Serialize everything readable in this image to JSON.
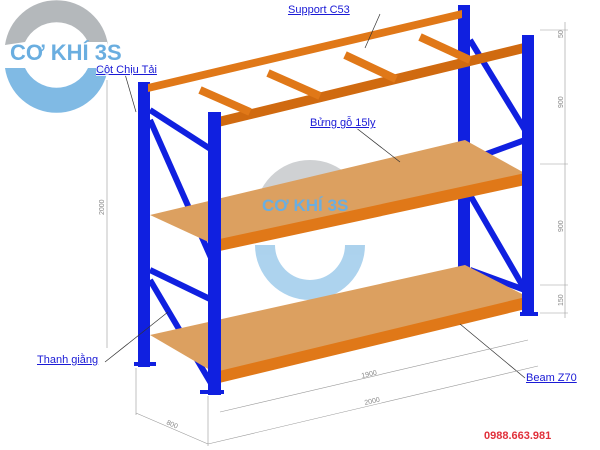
{
  "logo": {
    "text": "CƠ KHÍ 3S"
  },
  "labels": {
    "post": "Cột Chịu Tải",
    "support": "Support C53",
    "panel": "Bửng gỗ 15ly",
    "brace": "Thanh giằng",
    "beam": "Beam Z70"
  },
  "dimensions": {
    "top_gap": "50",
    "level_upper": "900",
    "level_lower": "900",
    "bottom_gap": "150",
    "total_height": "2000",
    "inner_length": "1900",
    "outer_length": "2000",
    "depth": "800"
  },
  "phone": "0988.663.981",
  "colors": {
    "frame": "#1020e0",
    "beam": "#e07818",
    "wood": "#dca060",
    "label": "#1a1ad6",
    "phone": "#e0303a"
  }
}
